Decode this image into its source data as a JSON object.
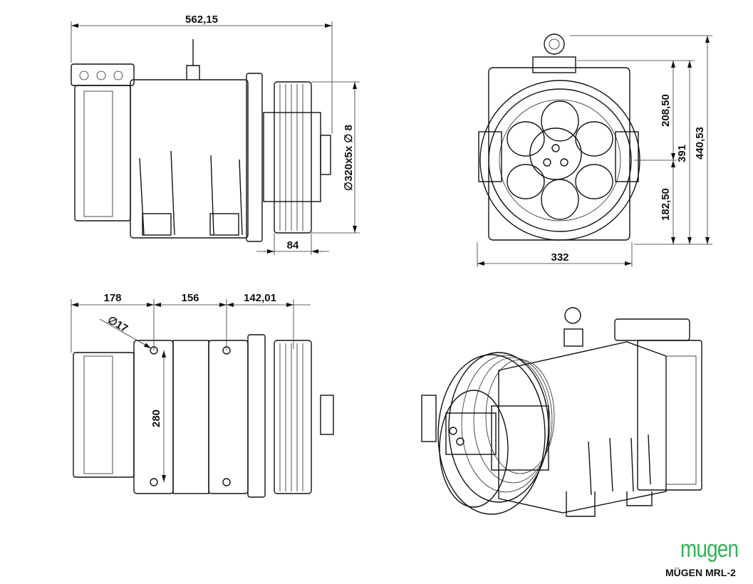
{
  "dimensions": {
    "side_view": {
      "overall_length": "562,15",
      "sheave": "∅320x5x ∅ 8",
      "sheave_width": "84"
    },
    "front_view": {
      "width": "332",
      "upper_height": "208,50",
      "lower_height": "182,50",
      "axis_height": "391",
      "total_height": "440,53"
    },
    "top_view": {
      "segment_1": "178",
      "segment_2": "156",
      "segment_3": "142,01",
      "hole_diameter": "∅17",
      "hole_spacing": "280"
    }
  },
  "brand": {
    "logo": "mugen",
    "model": "MÜGEN MRL-2",
    "logo_color": "#2fb456"
  }
}
